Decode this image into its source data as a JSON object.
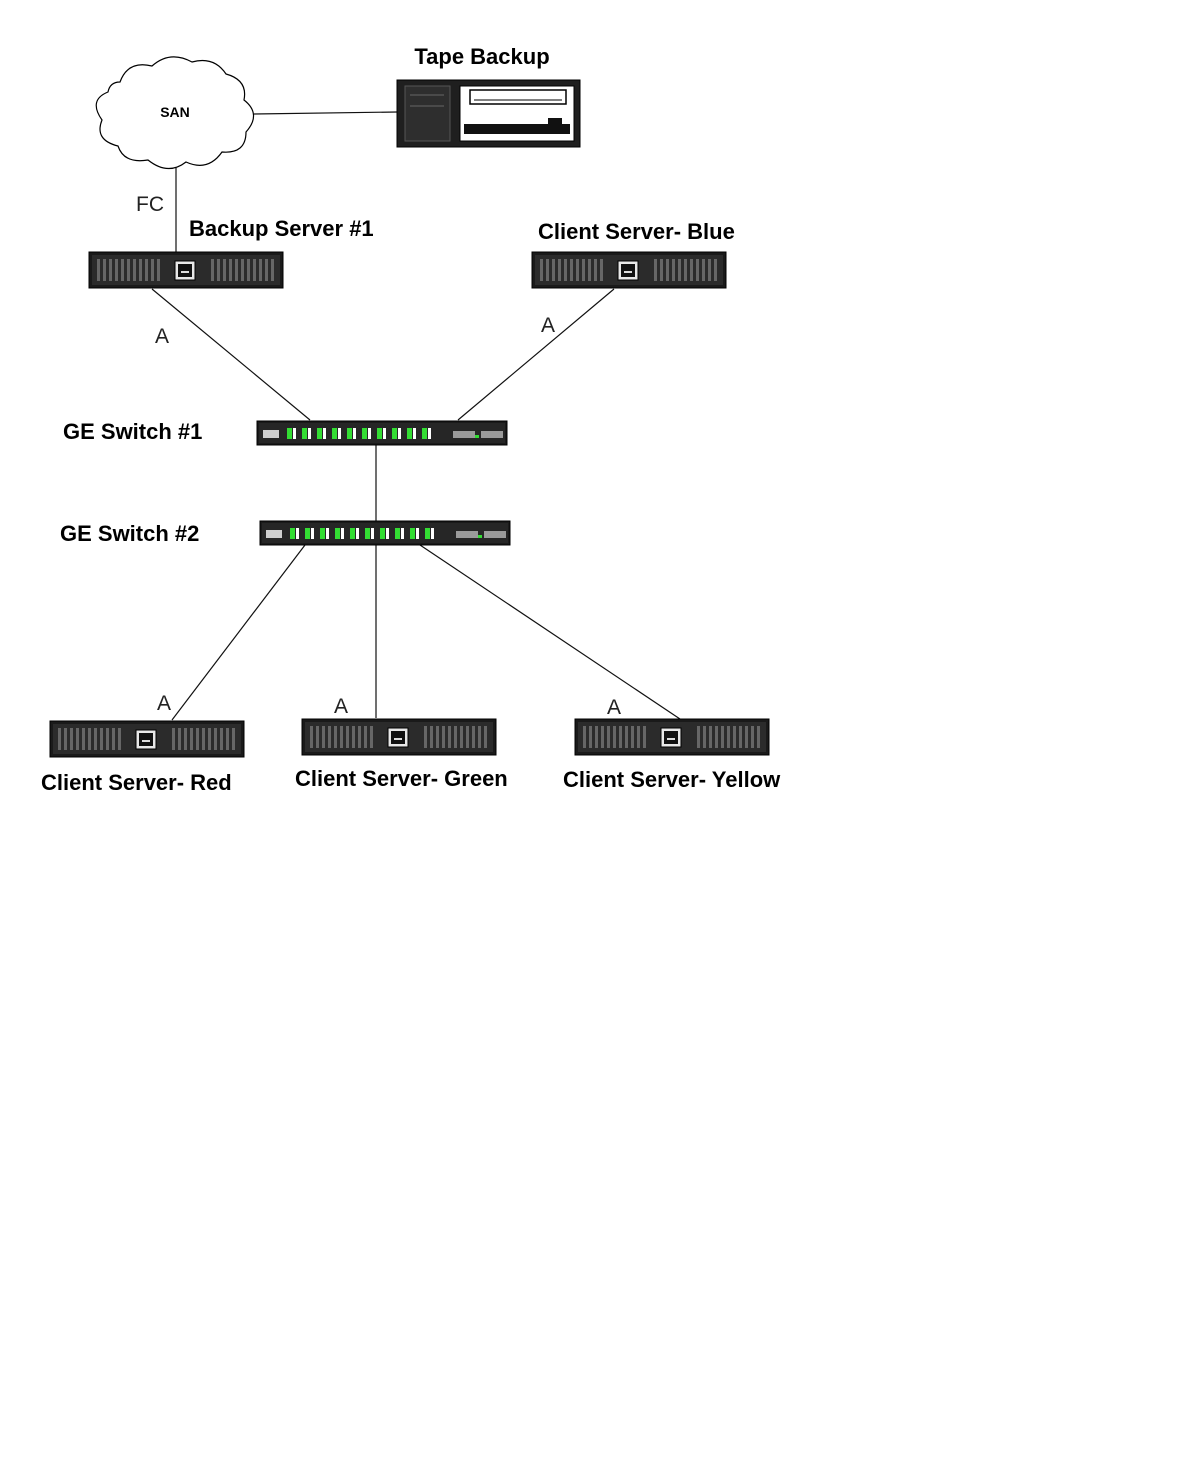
{
  "nodes": {
    "san": {
      "label": "SAN"
    },
    "tape": {
      "label": "Tape Backup"
    },
    "backup_server": {
      "label": "Backup Server #1"
    },
    "client_blue": {
      "label": "Client Server- Blue"
    },
    "switch1": {
      "label": "GE Switch #1"
    },
    "switch2": {
      "label": "GE Switch #2"
    },
    "client_red": {
      "label": "Client Server- Red"
    },
    "client_green": {
      "label": "Client Server- Green"
    },
    "client_yellow": {
      "label": "Client Server- Yellow"
    }
  },
  "edges": {
    "san_backup": {
      "label": "FC"
    },
    "backup_switch1": {
      "label": "A"
    },
    "blue_switch1": {
      "label": "A"
    },
    "switch2_red": {
      "label": "A"
    },
    "switch2_green": {
      "label": "A"
    },
    "switch2_yellow": {
      "label": "A"
    }
  },
  "colors": {
    "device_body": "#1a1a1a",
    "port_led": "#33dd33",
    "line": "#111111"
  }
}
